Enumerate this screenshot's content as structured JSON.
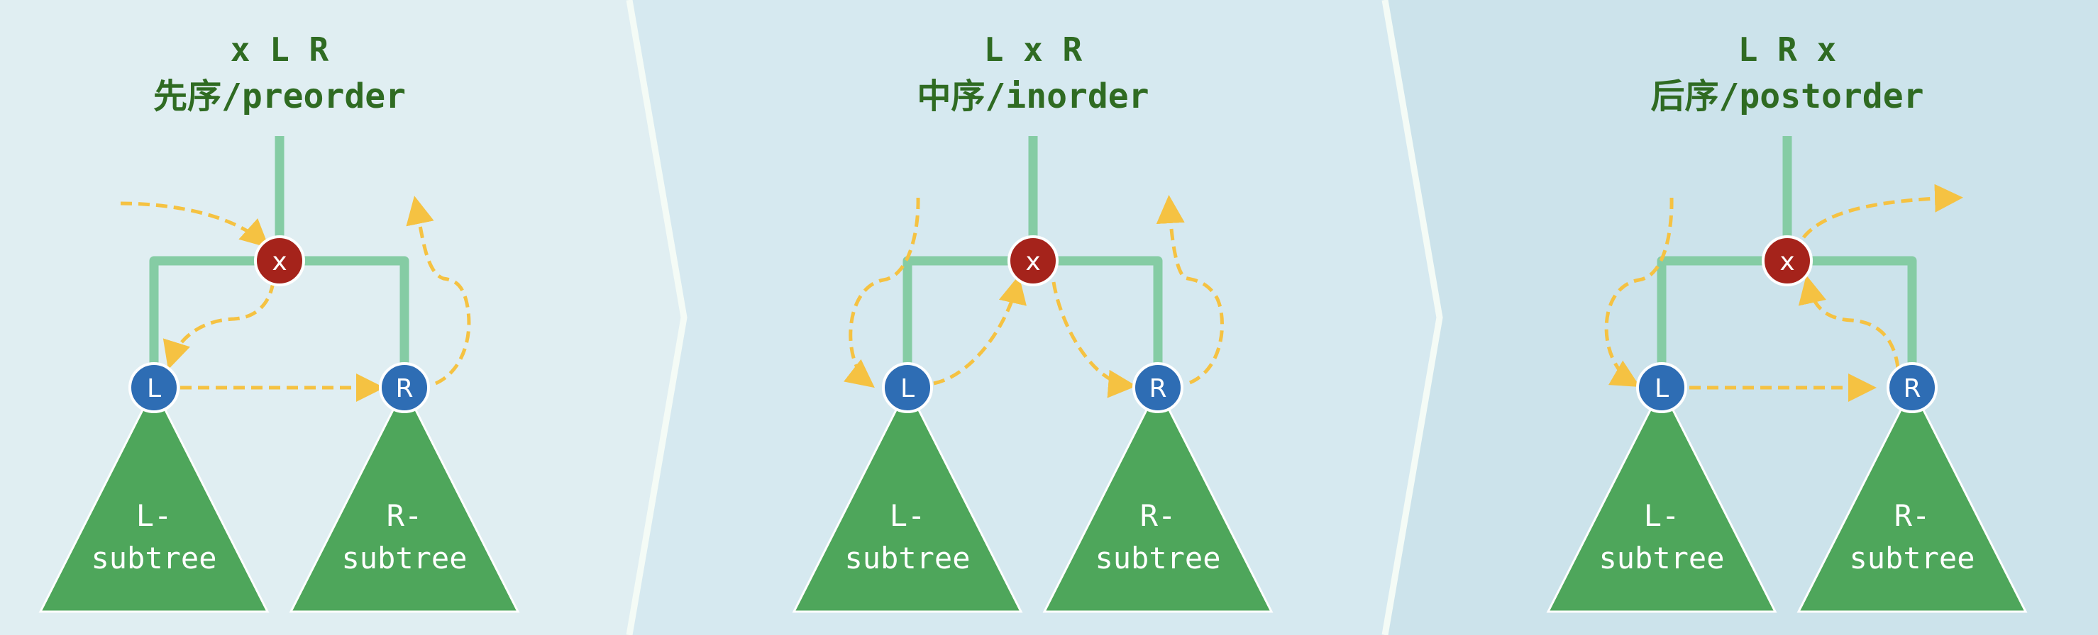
{
  "panels": [
    {
      "sequence": "x L R",
      "title": "先序/preorder"
    },
    {
      "sequence": "L x R",
      "title": "中序/inorder"
    },
    {
      "sequence": "L R x",
      "title": "后序/postorder"
    }
  ],
  "nodes": {
    "root": "x",
    "left": "L",
    "right": "R"
  },
  "subtrees": {
    "left_line1": "L-",
    "right_line1": "R-",
    "line2": "subtree"
  },
  "colors": {
    "panel_backgrounds": [
      "#e0eef2",
      "#d6e9f0",
      "#cce3eb"
    ],
    "title": "#2f6b22",
    "edge": "#85cca4",
    "root_node": "#a5231b",
    "child_node": "#2e6db4",
    "subtree": "#4ea65b",
    "arrow": "#f5c242"
  }
}
